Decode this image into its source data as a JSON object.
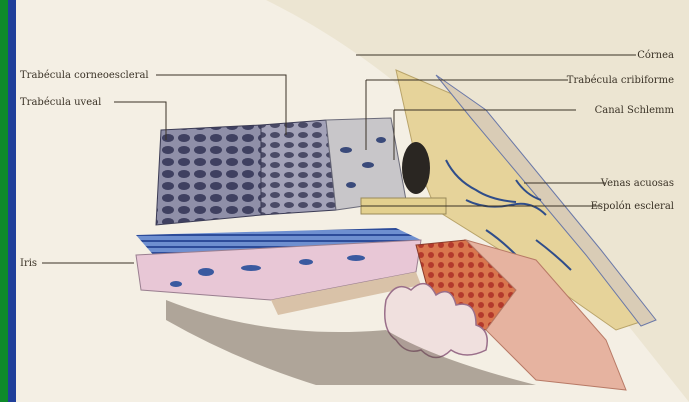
{
  "labels": {
    "cornea": "Córnea",
    "trabecula_corneoescleral": "Trabécula corneoescleral",
    "trabecula_cribiforme": "Trabécula cribiforme",
    "trabecula_uveal": "Trabécula uveal",
    "canal_schlemm": "Canal Schlemm",
    "venas_acuosas": "Venas acuosas",
    "espolon_escleral": "Espolón escleral",
    "iris": "Iris"
  },
  "colors": {
    "left_bar_green": "#0e8a2a",
    "left_bar_blue": "#1f3f9a",
    "background": "#f4efe4",
    "sclera": "#e9d9a0",
    "iris_layer": "#e8c7d6",
    "vessels": "#2f4d8a",
    "ciliary_red": "#c24a3a"
  }
}
